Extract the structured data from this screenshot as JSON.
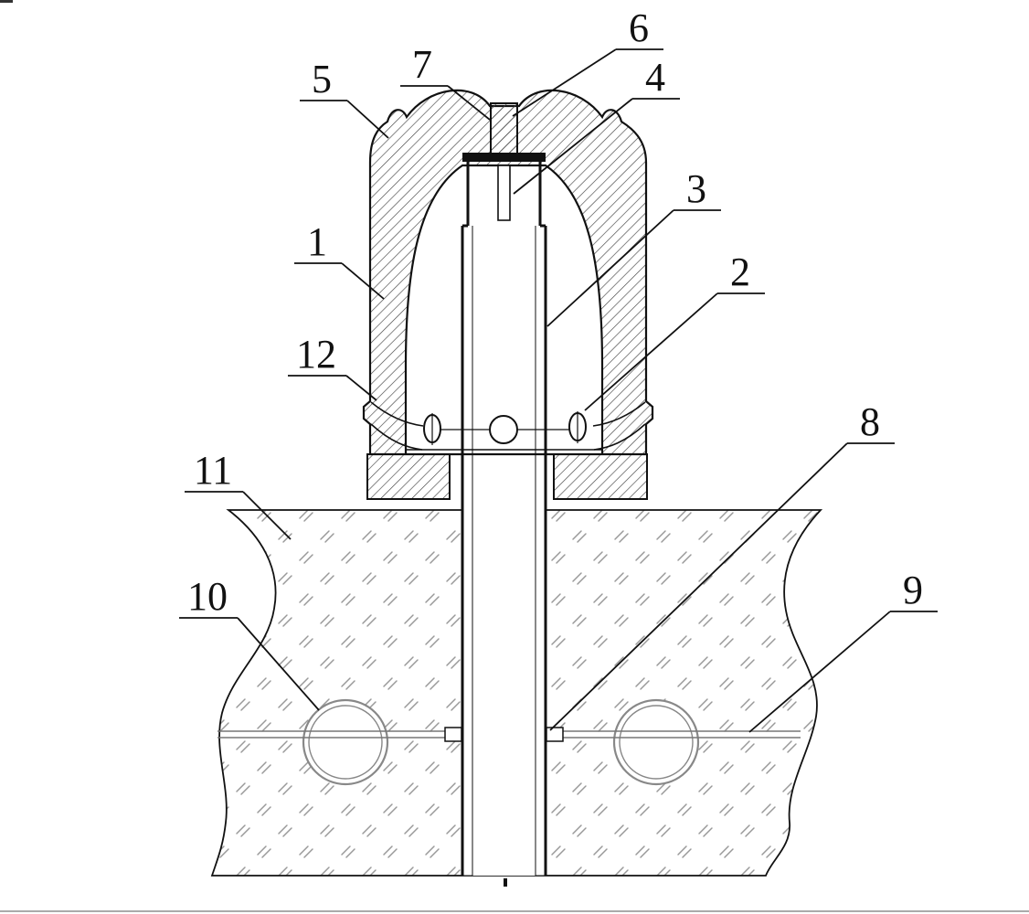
{
  "figure": {
    "kind": "patent-cross-section-drawing",
    "line_color": "#111111",
    "hatch_color": "#444444",
    "ground_mark_color": "#999999",
    "callouts": {
      "c1": "1",
      "c2": "2",
      "c3": "3",
      "c4": "4",
      "c5": "5",
      "c6": "6",
      "c7": "7",
      "c8": "8",
      "c9": "9",
      "c10": "10",
      "c11": "11",
      "c12": "12"
    }
  }
}
